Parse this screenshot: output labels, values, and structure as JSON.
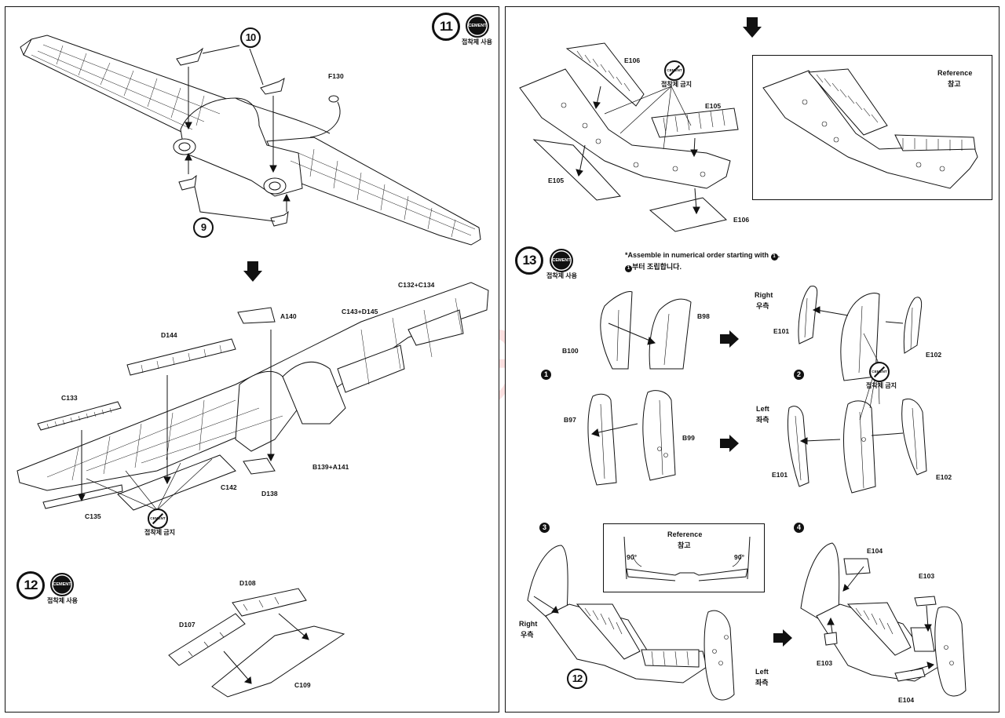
{
  "watermark": "modelartikl.cz",
  "steps": {
    "s11": {
      "number": "11",
      "icon": "CEMENT",
      "caption": "접착제 사용"
    },
    "s12": {
      "number": "12",
      "icon": "CEMENT",
      "caption": "접착제 사용"
    },
    "s13": {
      "number": "13",
      "icon": "CEMENT",
      "caption": "접착제 사용"
    }
  },
  "substeps": {
    "n9": "9",
    "n10": "10",
    "n12": "12"
  },
  "no_cement": {
    "icon": "CEMENT",
    "caption": "접착제 금지"
  },
  "reference": {
    "en": "Reference",
    "ko": "참고"
  },
  "step13_note": {
    "line1": "*Assemble in numerical order starting with",
    "line1_end": ".",
    "line2": "부터 조립합니다."
  },
  "sides": {
    "right_en": "Right",
    "right_ko": "우측",
    "left_en": "Left",
    "left_ko": "좌측"
  },
  "bullets": {
    "b1": "1",
    "b2": "2",
    "b3": "3",
    "b4": "4"
  },
  "angle": "90°",
  "parts": {
    "F130": "F130",
    "A140": "A140",
    "D144": "D144",
    "C143D145": "C143+D145",
    "C132C134": "C132+C134",
    "C133": "C133",
    "C135": "C135",
    "C142": "C142",
    "D138": "D138",
    "B139A141": "B139+A141",
    "D108": "D108",
    "D107": "D107",
    "C109": "C109",
    "E106": "E106",
    "E105": "E105",
    "B98": "B98",
    "B100": "B100",
    "B97": "B97",
    "B99": "B99",
    "E101": "E101",
    "E102": "E102",
    "E104": "E104",
    "E103": "E103"
  }
}
